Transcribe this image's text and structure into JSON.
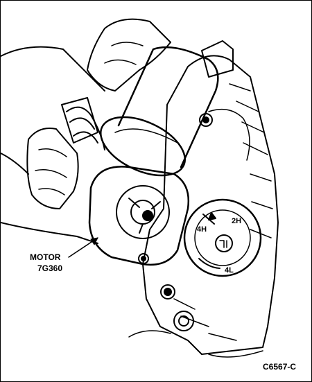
{
  "callout": {
    "motor_name": "MOTOR",
    "motor_part": "7G360"
  },
  "selector_positions": [
    "4H",
    "2H",
    "4L"
  ],
  "figure_id": "C6567-C",
  "colors": {
    "ink": "#000000",
    "paper": "#ffffff"
  }
}
